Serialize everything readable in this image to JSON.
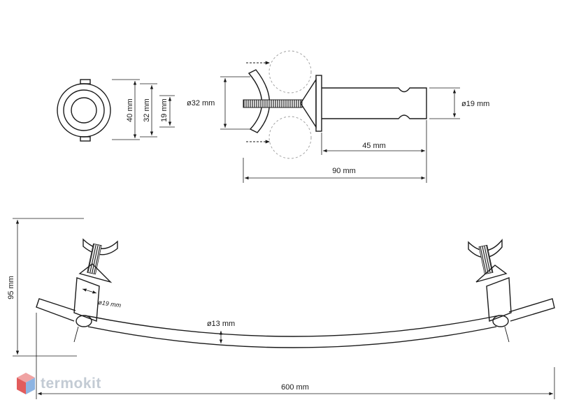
{
  "brand": {
    "name": "termokit",
    "colors": {
      "text": "#c3cbd4",
      "cube_top": "#f0a3a3",
      "cube_left": "#e25c5c",
      "cube_right": "#8db4e2"
    }
  },
  "dimensions": {
    "front_outer": "40 mm",
    "front_mid": "32 mm",
    "front_inner": "19 mm",
    "clamp_diameter": "ø32 mm",
    "pin_diameter": "ø19 mm",
    "pin_length": "45 mm",
    "total_length": "90 mm",
    "height": "95 mm",
    "bracket_diameter": "ø19 mm",
    "rail_diameter": "ø13 mm",
    "width": "600 mm"
  }
}
